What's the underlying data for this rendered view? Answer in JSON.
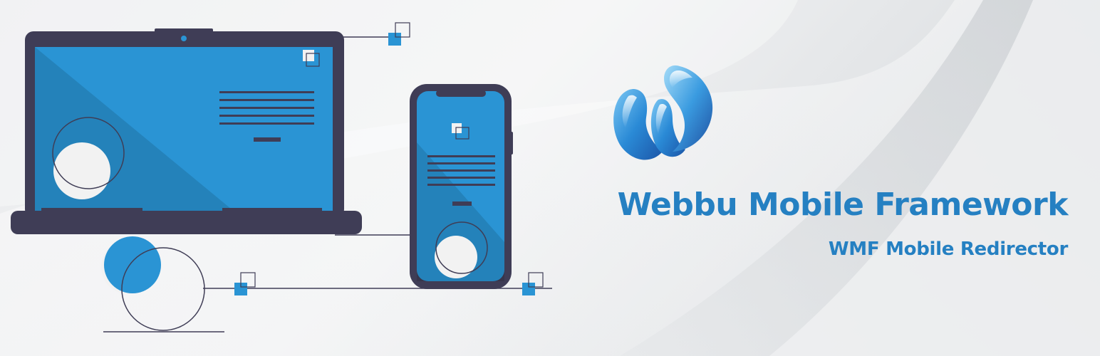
{
  "banner": {
    "title": "Webbu Mobile Framework",
    "subtitle": "WMF Mobile Redirector"
  },
  "colors": {
    "background": "#eeeff1",
    "primary_blue": "#2a94d4",
    "title_blue": "#2580c2",
    "dark_navy": "#3f3d56",
    "circle_fill": "#f2f2f2"
  },
  "icons": {
    "logo": "webbu-w-logo",
    "laptop": "laptop-illustration",
    "phone": "smartphone-illustration"
  }
}
